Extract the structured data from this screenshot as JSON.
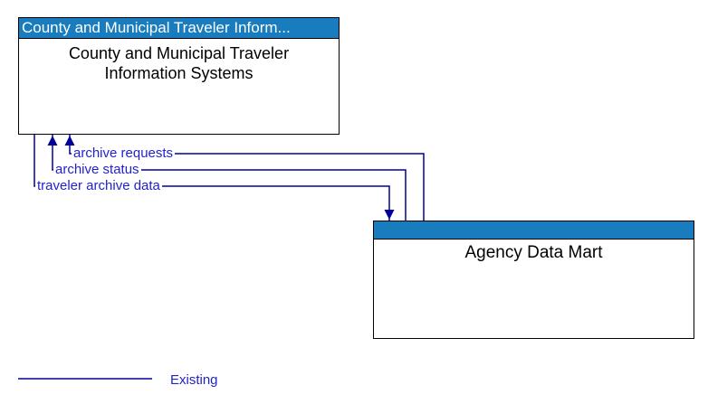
{
  "nodes": {
    "county": {
      "header_title": "County and Municipal Traveler Inform...",
      "name": "County and Municipal Traveler Information Systems"
    },
    "agency": {
      "header_title": "",
      "name": "Agency Data Mart"
    }
  },
  "flows": [
    {
      "label": "archive requests",
      "from": "Agency Data Mart",
      "to": "County and Municipal Traveler Information Systems",
      "status": "Existing"
    },
    {
      "label": "archive status",
      "from": "Agency Data Mart",
      "to": "County and Municipal Traveler Information Systems",
      "status": "Existing"
    },
    {
      "label": "traveler archive data",
      "from": "County and Municipal Traveler Information Systems",
      "to": "Agency Data Mart",
      "status": "Existing"
    }
  ],
  "legend": {
    "items": [
      {
        "label": "Existing",
        "line_color": "#000099",
        "line_style": "solid"
      }
    ]
  },
  "colors": {
    "node_header_bg": "#187CBE",
    "node_header_text": "#FFFFFF",
    "node_border": "#000000",
    "flow_line": "#000099",
    "flow_label_text": "#2222CC",
    "background": "#FFFFFF"
  }
}
